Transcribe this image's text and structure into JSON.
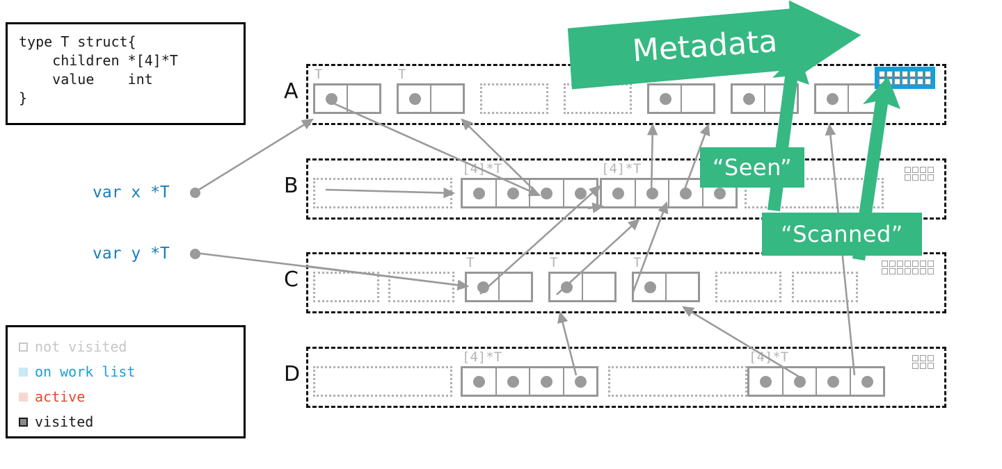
{
  "struct_def": {
    "code": "type T struct{\n    children *[4]*T\n    value    int\n}"
  },
  "legend": {
    "title": "legend",
    "items": [
      {
        "label": "not visited",
        "color": "#c6c6c6",
        "style": "outline"
      },
      {
        "label": "on work list",
        "color": "#159fdb",
        "style": "outline-fill"
      },
      {
        "label": "active",
        "color": "#e04a2f",
        "style": "outline-fill"
      },
      {
        "label": "visited",
        "color": "#1a1a1a",
        "style": "solid"
      }
    ]
  },
  "variables": [
    {
      "name": "var x *T"
    },
    {
      "name": "var y *T"
    }
  ],
  "callouts": {
    "metadata": "Metadata",
    "seen": "“Seen”",
    "scanned": "“Scanned”",
    "green": "#35b882",
    "highlight": "#159fdb"
  },
  "rows": [
    {
      "label": "A",
      "objects": [
        {
          "kind": "live",
          "type_tag": "T",
          "cells": 2,
          "dots": [
            0
          ]
        },
        {
          "kind": "live",
          "type_tag": "T",
          "cells": 2,
          "dots": [
            0
          ]
        },
        {
          "kind": "empty",
          "type_tag": "",
          "cells": 1,
          "dots": []
        },
        {
          "kind": "empty",
          "type_tag": "",
          "cells": 1,
          "dots": []
        },
        {
          "kind": "live",
          "type_tag": "",
          "cells": 2,
          "dots": [
            0
          ]
        },
        {
          "kind": "live",
          "type_tag": "",
          "cells": 2,
          "dots": [
            0
          ]
        },
        {
          "kind": "live",
          "type_tag": "",
          "cells": 2,
          "dots": [
            0
          ]
        }
      ],
      "metadata": {
        "rows": 2,
        "cols": 7,
        "highlighted": true
      }
    },
    {
      "label": "B",
      "objects": [
        {
          "kind": "empty",
          "type_tag": "",
          "cells": 1,
          "dots": []
        },
        {
          "kind": "live",
          "type_tag": "[4]*T",
          "cells": 4,
          "dots": [
            0,
            1,
            2,
            3
          ]
        },
        {
          "kind": "live",
          "type_tag": "[4]*T",
          "cells": 4,
          "dots": [
            0,
            1,
            2,
            3
          ]
        },
        {
          "kind": "empty",
          "type_tag": "",
          "cells": 1,
          "dots": []
        }
      ],
      "metadata": {
        "rows": 2,
        "cols": 4,
        "highlighted": false
      }
    },
    {
      "label": "C",
      "objects": [
        {
          "kind": "empty",
          "type_tag": "",
          "cells": 1,
          "dots": []
        },
        {
          "kind": "empty",
          "type_tag": "",
          "cells": 1,
          "dots": []
        },
        {
          "kind": "live",
          "type_tag": "T",
          "cells": 2,
          "dots": [
            0
          ]
        },
        {
          "kind": "live",
          "type_tag": "T",
          "cells": 2,
          "dots": [
            0
          ]
        },
        {
          "kind": "live",
          "type_tag": "T",
          "cells": 2,
          "dots": [
            0
          ]
        },
        {
          "kind": "empty",
          "type_tag": "",
          "cells": 1,
          "dots": []
        },
        {
          "kind": "empty",
          "type_tag": "",
          "cells": 1,
          "dots": []
        }
      ],
      "metadata": {
        "rows": 2,
        "cols": 7,
        "highlighted": false
      }
    },
    {
      "label": "D",
      "objects": [
        {
          "kind": "empty",
          "type_tag": "",
          "cells": 1,
          "dots": []
        },
        {
          "kind": "live",
          "type_tag": "[4]*T",
          "cells": 4,
          "dots": [
            0,
            1,
            2,
            3
          ]
        },
        {
          "kind": "empty",
          "type_tag": "",
          "cells": 1,
          "dots": []
        },
        {
          "kind": "live",
          "type_tag": "[4]*T",
          "cells": 4,
          "dots": [
            0,
            1,
            2,
            3
          ]
        }
      ],
      "metadata": {
        "rows": 2,
        "cols": 3,
        "highlighted": false
      }
    }
  ]
}
